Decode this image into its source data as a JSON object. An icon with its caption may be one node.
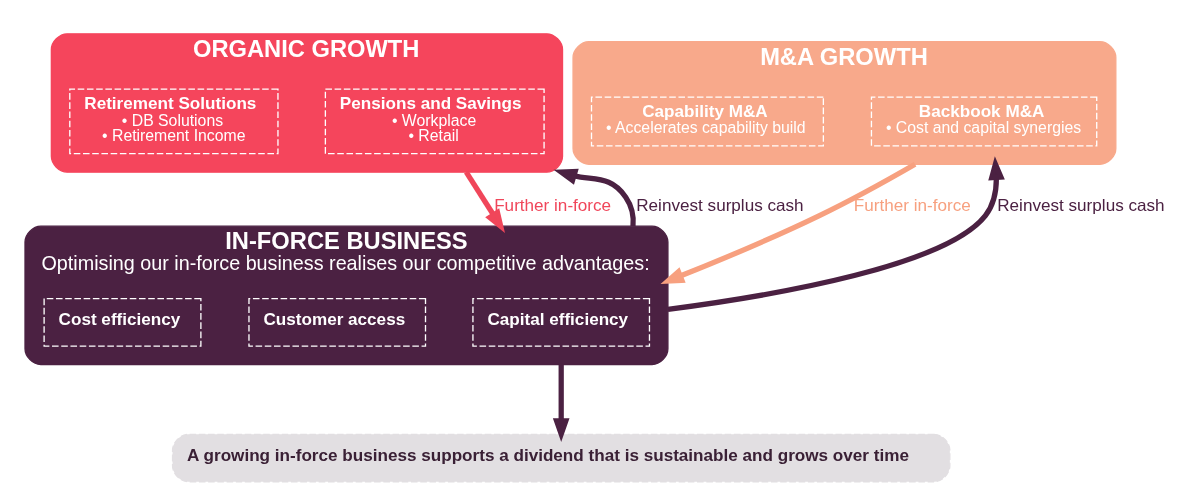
{
  "diagram": {
    "nodes": [
      {
        "text": [
          "ORGANIC GROWTH"
        ]
      },
      {
        "text": [
          "Pensions and Savings",
          "• Workplace",
          "• Retail"
        ],
        "in": 0
      },
      {
        "text": [
          "Retirement Solutions",
          "• DB Solutions",
          "• Retirement Income"
        ],
        "in": 0
      },
      {
        "text": [
          "M&A GROWTH"
        ]
      },
      {
        "text": [
          "Backbook M&A",
          "• Cost and capital synergies"
        ],
        "in": 3
      },
      {
        "text": [
          "Capability M&A",
          "• Accelerates capability build"
        ],
        "in": 3
      },
      {
        "text": [
          "IN-FORCE BUSINESS",
          "Optimising our in-force business realises our competitive advantages:"
        ]
      },
      {
        "text": [
          "Capital efficiency"
        ],
        "in": 6
      },
      {
        "text": [
          "Customer access"
        ],
        "in": 6
      },
      {
        "text": [
          "Cost efficiency"
        ],
        "in": 6
      },
      {
        "text": [
          "A growing in-force business supports a dividend that is sustainable and grows over time"
        ]
      }
    ],
    "edges": [
      {
        "from": 0,
        "to": 6,
        "arrow": "to",
        "label": "Further in-force",
        "color": "#f0465a"
      },
      {
        "from": 3,
        "to": 6,
        "arrow": "to",
        "label": "Further in-force",
        "color": "#f7a07f"
      },
      {
        "from": 6,
        "to": 0,
        "arrow": "to",
        "label": "Reinvest surplus cash"
      },
      {
        "from": 6,
        "to": 3,
        "arrow": "to",
        "label": "Reinvest surplus cash"
      },
      {
        "from": 6,
        "to": 10,
        "arrow": "to"
      }
    ]
  }
}
